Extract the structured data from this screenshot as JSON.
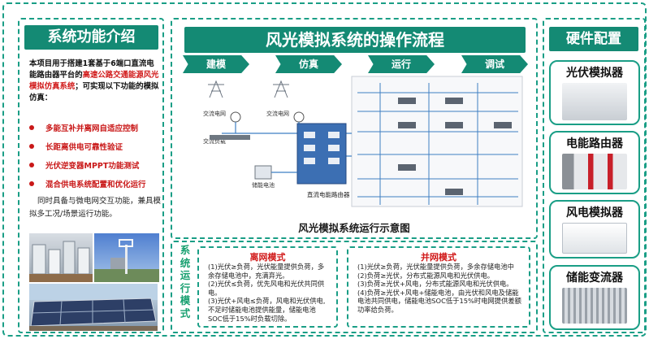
{
  "left": {
    "title": "系统功能介绍",
    "intro_1": "本项目用于搭建1套基于6端口直流电能路由器平台的",
    "intro_hl": "高速公路交通能源风光模拟仿真系统",
    "intro_2": "；可实现以下功能的模拟仿真：",
    "bullets": [
      "多能互补并离网自适应控制",
      "长距离供电可靠性验证",
      "光伏逆变器MPPT功能测试",
      "混合供电系统配置和优化运行"
    ],
    "extra": "同时具备与微电网交互功能，兼具模拟多工况/场景运行功能。"
  },
  "mid": {
    "title": "风光模拟系统的操作流程",
    "steps": [
      "建模",
      "仿真",
      "运行",
      "调试"
    ],
    "caption": "风光模拟系统运行示意图",
    "diagram_labels": {
      "grid_ac": "交流电网",
      "grid_pcc": "交流电网",
      "ac_load": "交流负载",
      "storage_battery": "储能电池",
      "dc_router": "直流电能路由器"
    }
  },
  "modes": {
    "label": "系统运行模式",
    "offgrid": {
      "title": "离网模式",
      "lines": [
        "(1)光伏≥负荷，光伏能量提供负荷，多余存储电池中，充满弃光。",
        "(2)光伏≤负荷，优先风电和光伏共同供电。",
        "(3)光伏+风电≤负荷，风电和光伏供电,不足时储能电池提供能量，储能电池SOC低于15%时负载切除。"
      ]
    },
    "ongrid": {
      "title": "并网模式",
      "lines": [
        "(1)光伏≥负荷，光伏能量提供负荷，多余存储电池中",
        "(2)负荷≥光伏，分布式能源风电和光伏供电。",
        "(3)负荷≥光伏+风电，分布式能源风电和光伏供电。",
        "(4)负荷≥光伏+风电+储能电池，由光伏和风电及储能电池共同供电，储能电池SOC低于15%时电网提供差额功率给负荷。"
      ]
    }
  },
  "right": {
    "title": "硬件配置",
    "items": [
      "光伏模拟器",
      "电能路由器",
      "风电模拟器",
      "储能变流器"
    ]
  }
}
